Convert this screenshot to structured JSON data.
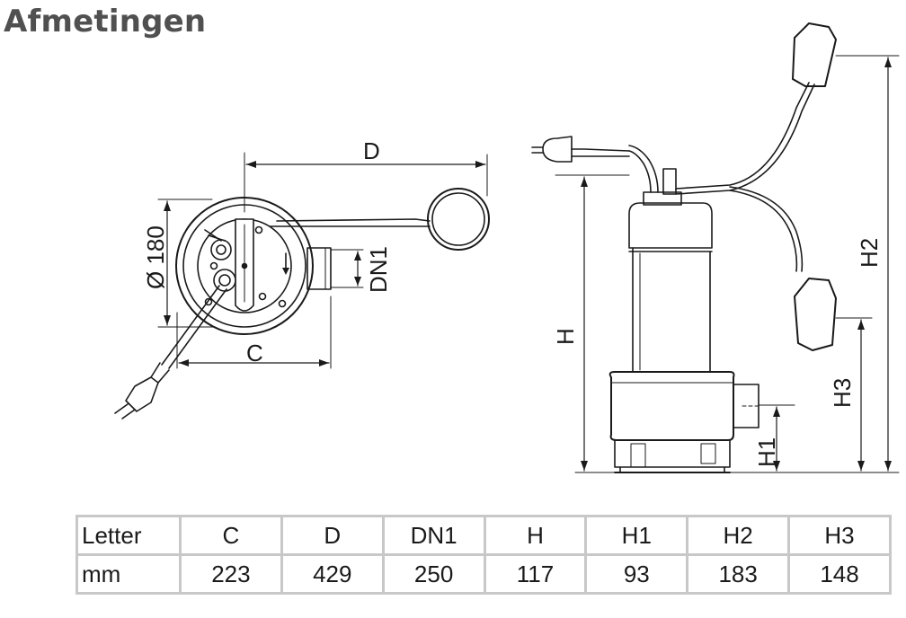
{
  "title": "Afmetingen",
  "labels": {
    "D": "D",
    "diameter": "Ø 180",
    "DN1": "DN1",
    "C": "C",
    "H": "H",
    "H1": "H1",
    "H2": "H2",
    "H3": "H3"
  },
  "table": {
    "header": [
      "Letter",
      "C",
      "D",
      "DN1",
      "H",
      "H1",
      "H2",
      "H3"
    ],
    "row": [
      "mm",
      "223",
      "429",
      "250",
      "117",
      "93",
      "183",
      "148"
    ]
  }
}
